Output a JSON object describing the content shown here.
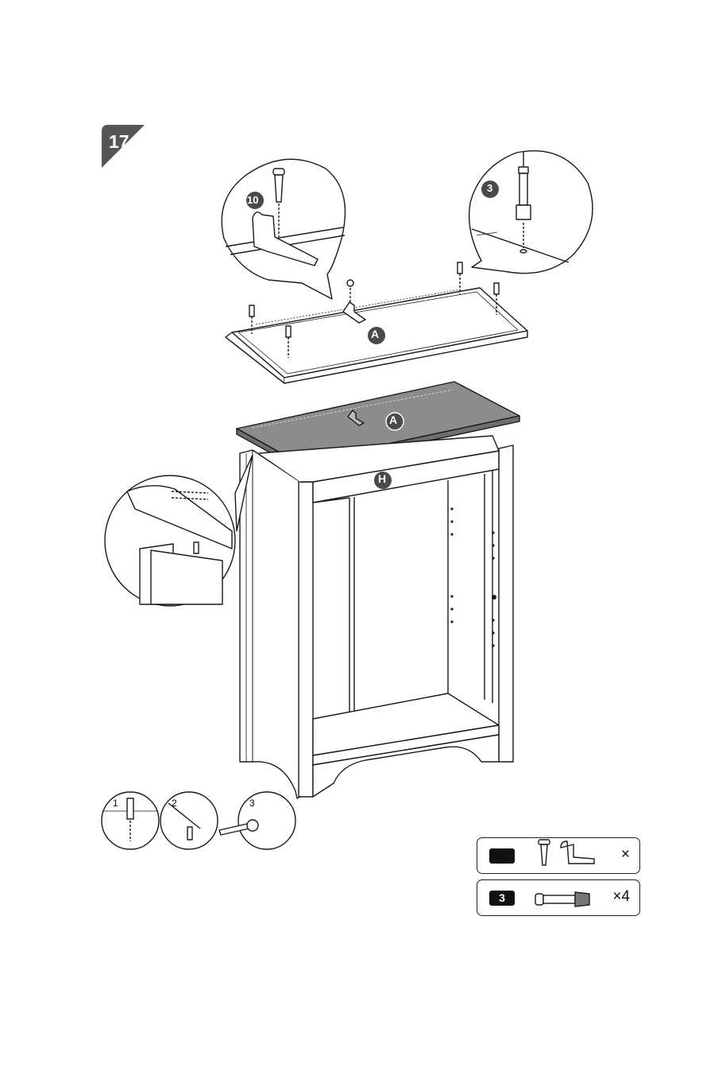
{
  "step": {
    "number": "17"
  },
  "parts_labels": {
    "top_panel": "A",
    "rail": "H"
  },
  "detail_labels": {
    "bracket": "10",
    "cam_bolt": "3"
  },
  "sub_steps": [
    "1",
    "2",
    "3"
  ],
  "parts_list": [
    {
      "tag": "",
      "quantity": "×",
      "items": [
        "screw-icon",
        "l-bracket-icon"
      ]
    },
    {
      "tag": "3",
      "quantity": "×4",
      "items": [
        "cam-bolt-icon"
      ]
    }
  ],
  "colors": {
    "line": "#1a1a1a",
    "panel_fill": "#8c8c8c",
    "badge": "#555555"
  }
}
